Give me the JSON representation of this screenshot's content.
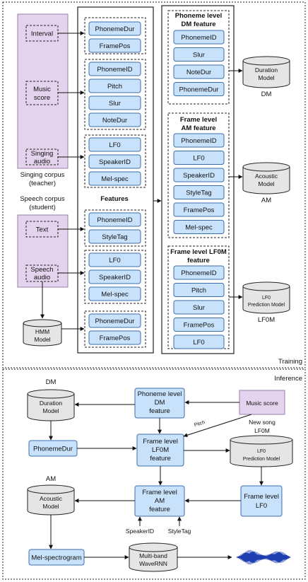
{
  "training": {
    "sources": {
      "interval": "Interval",
      "music_score_line1": "Music",
      "music_score_line2": "score",
      "singing_audio_line1": "Singing",
      "singing_audio_line2": "audio",
      "singing_corpus_line1": "Singing corpus",
      "singing_corpus_line2": "(teacher)",
      "speech_corpus_line1": "Speech corpus",
      "speech_corpus_line2": "(student)",
      "text": "Text",
      "speech_audio_line1": "Speech",
      "speech_audio_line2": "audio",
      "hmm_line1": "HMM",
      "hmm_line2": "Model"
    },
    "features_label": "Features",
    "feature_groups": {
      "g1": [
        "PhonemeDur",
        "FramePos"
      ],
      "g2": [
        "PhonemeID",
        "Pitch",
        "Slur",
        "NoteDur"
      ],
      "g3": [
        "LF0",
        "SpeakerID",
        "Mel-spec"
      ],
      "g4": [
        "PhonemeID",
        "StyleTag"
      ],
      "g5": [
        "LF0",
        "SpeakerID",
        "Mel-spec"
      ],
      "g6": [
        "PhonemeDur",
        "FramePos"
      ]
    },
    "dm_group": {
      "title_line1": "Phoneme level",
      "title_line2": "DM feature",
      "items": [
        "PhonemeID",
        "Slur",
        "NoteDur",
        "PhonemeDur"
      ]
    },
    "am_group": {
      "title_line1": "Frame level",
      "title_line2": "AM feature",
      "items": [
        "PhonemeID",
        "LF0",
        "SpeakerID",
        "StyleTag",
        "FramePos",
        "Mel-spec"
      ]
    },
    "lf0m_group": {
      "title_line1": "Frame level LF0M",
      "title_line2": "feature",
      "items": [
        "PhonemeID",
        "Pitch",
        "Slur",
        "FramePos",
        "LF0"
      ]
    },
    "models": {
      "dm_line1": "Duration",
      "dm_line2": "Model",
      "dm_caption": "DM",
      "am_line1": "Acoustic",
      "am_line2": "Model",
      "am_caption": "AM",
      "lf0_line1": "LF0",
      "lf0_line2": "Prediction Model",
      "lf0_caption": "LF0M"
    },
    "section_label": "Training"
  },
  "inference": {
    "section_label": "Inference",
    "dm_caption": "DM",
    "dm_line1": "Duration",
    "dm_line2": "Model",
    "phoneme_dm_line1": "Phoneme level",
    "phoneme_dm_line2": "DM",
    "phoneme_dm_line3": "feature",
    "music_score": "Music score",
    "new_song": "New song",
    "pitch_label": "Pitch",
    "phoneme_dur": "PhonemeDur",
    "lf0m_feat_line1": "Frame level",
    "lf0m_feat_line2": "LF0M",
    "lf0m_feat_line3": "feature",
    "lf0m_caption": "LF0M",
    "lf0m_line1": "LF0",
    "lf0m_line2": "Prediction Model",
    "am_caption": "AM",
    "am_line1": "Acoustic",
    "am_line2": "Model",
    "am_feat_line1": "Frame level",
    "am_feat_line2": "AM",
    "am_feat_line3": "feature",
    "frame_lf0_line1": "Frame level",
    "frame_lf0_line2": "LF0",
    "speaker_id": "SpeakerID",
    "style_tag": "StyleTag",
    "mel_spectrogram": "Mel-spectrogram",
    "wavernn_line1": "Multi-band",
    "wavernn_line2": "WaveRNN"
  },
  "colors": {
    "feature_fill": "#c9e2fb",
    "source_fill": "#e4d3ec",
    "model_fill": "#e5e5e5",
    "waveform": "#1f3fb0"
  }
}
